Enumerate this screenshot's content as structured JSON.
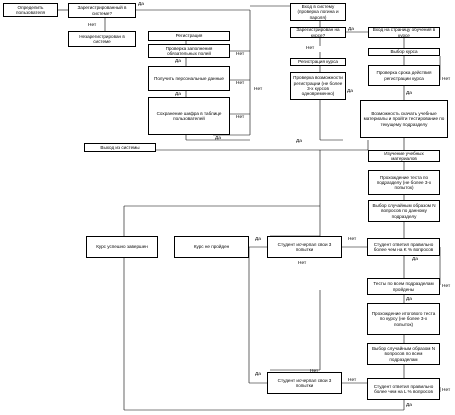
{
  "nodes": {
    "identify_user": "Определить пользователя",
    "registered_in_system": "Зарегистрированный в системе?",
    "unregistered_notice": "Незарегистрирован в системе",
    "register": "Регистрация",
    "fill_required_fields": "Проверка заполнения обязательных полей",
    "personal_access_level": "Получить персональные данные",
    "password_encryption": "Сохранение шифра в таблице пользователей",
    "login_to_system": "Вход в систему (проверка логина и пароля)",
    "registered_in_course": "Зарегистрирован на курсе?",
    "course_registration": "Регистрация курса",
    "check_course_requirements": "Проверка возможности регистрации (не более 3-х курсов одновременно)",
    "enter_course_page": "Вход на страницу обучения в курсе",
    "choose_course": "Выбор курса",
    "check_registration_period": "Проверка срока действия регистрации курса",
    "download_materials": "Возможность скачать учебные материалы и пройти тестирование по текущему подразделу",
    "exit_system": "Выход из системы",
    "study_materials": "Изучение учебных материалов",
    "subsection_test": "Прохождение теста по подразделу (не более 3-х попыток)",
    "random_questions": "Выбор случайным образом N вопросов по данному подразделу",
    "student_answered_k": "Студент ответил правильно более чем на K % вопросов",
    "student_used_3_attempts_1": "Студент исчерпал свои 3 попытки",
    "course_failed": "Курс не пройден",
    "course_completed": "Курс успешно завершен",
    "all_subsections_passed": "Тесты по всем подразделам пройдены",
    "final_course_test": "Прохождение итогового теста по курсу (не более 3-х попыток)",
    "random_questions_all": "Выбор случайным образом N вопросов по всем подразделам",
    "student_used_3_attempts_2": "Студент исчерпал свои 3 попытки",
    "student_answered_l": "Студент ответил правильно более чем на L % вопросов"
  },
  "labels": {
    "yes": "Да",
    "no": "Нет"
  }
}
